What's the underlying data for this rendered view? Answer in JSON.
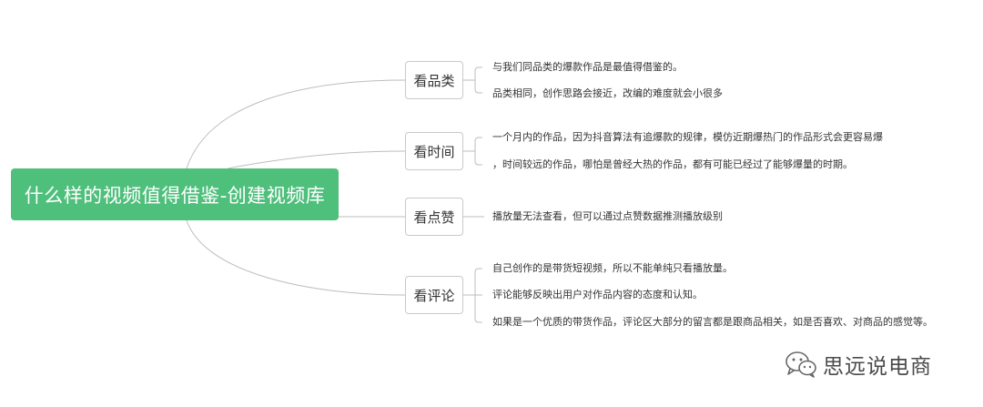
{
  "root": {
    "label": "什么样的视频值得借鉴-创建视频库",
    "color": "#4fbf7c"
  },
  "branches": [
    {
      "label": "看品类",
      "leaves": [
        "与我们同品类的爆款作品是最值得借鉴的。",
        "品类相同，创作思路会接近，改编的难度就会小很多"
      ]
    },
    {
      "label": "看时间",
      "leaves": [
        "一个月内的作品，因为抖音算法有追爆款的规律，模仿近期爆热门的作品形式会更容易爆",
        "，时间较远的作品，哪怕是曾经大热的作品，都有可能已经过了能够爆量的时期。"
      ]
    },
    {
      "label": "看点赞",
      "leaves": [
        "播放量无法查看，但可以通过点赞数据推测播放级别"
      ]
    },
    {
      "label": "看评论",
      "leaves": [
        "自己创作的是带货短视频，所以不能单纯只看播放量。",
        "评论能够反映出用户对作品内容的态度和认知。",
        "如果是一个优质的带货作品，评论区大部分的留言都是跟商品相关，如是否喜欢、对商品的感觉等。"
      ]
    }
  ],
  "watermark": {
    "text": "思远说电商",
    "icon": "wechat-icon"
  },
  "colors": {
    "line": "#bdbdbd",
    "branch_border": "#c9c9c9"
  }
}
